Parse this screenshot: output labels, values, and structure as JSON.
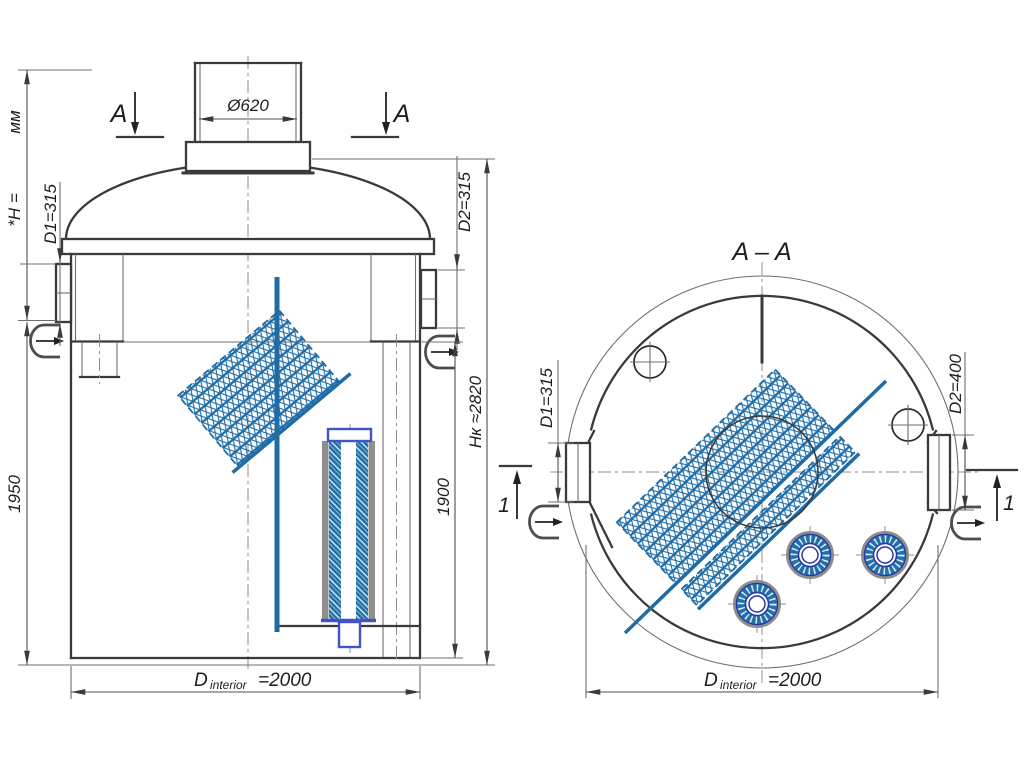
{
  "drawing": {
    "type": "technical-drawing",
    "subject": "vertical cylindrical separator tank, elevation and plan section",
    "colors": {
      "line_dark": "#3a3a3a",
      "line_thin": "#6f6f6f",
      "internals_blue": "#1e6ba6",
      "filter_frame_blue": "#4053c8",
      "background": "#ffffff"
    },
    "front_view": {
      "section_letter": "A",
      "dim_manway_diameter": "Ø620",
      "h_fill_in_prefix": "*H =",
      "h_fill_in_unit": "мм",
      "dim_inlet_nozzle": "D1=315",
      "dim_outlet_nozzle": "D2=315",
      "dim_total_height": "Hк ≈2820",
      "dim_outlet_depth": "1900",
      "dim_inlet_depth": "1950",
      "dim_interior_prefix": "D",
      "dim_interior_sub": "interior",
      "dim_interior_value": "=2000"
    },
    "section_view": {
      "title": "A – A",
      "dim_inlet_nozzle": "D1=315",
      "dim_outlet_nozzle": "D2=400",
      "detail_marker": "1",
      "dim_interior_prefix": "D",
      "dim_interior_sub": "interior",
      "dim_interior_value": "=2000"
    }
  }
}
